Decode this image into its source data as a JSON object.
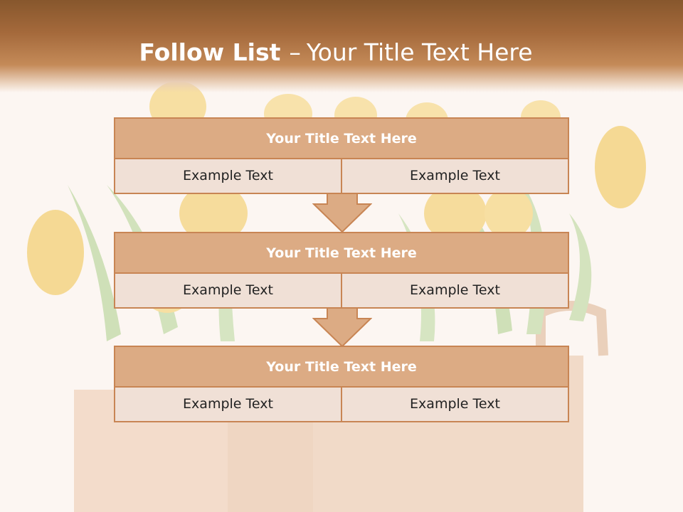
{
  "slide": {
    "title_bold": "Follow List",
    "title_dash": "–",
    "title_rest": "Your Title Text Here"
  },
  "blocks": [
    {
      "title": "Your Title Text Here",
      "cells": [
        "Example Text",
        "Example Text"
      ]
    },
    {
      "title": "Your Title Text Here",
      "cells": [
        "Example Text",
        "Example Text"
      ]
    },
    {
      "title": "Your Title Text Here",
      "cells": [
        "Example Text",
        "Example Text"
      ]
    }
  ],
  "colors": {
    "header_brown": "#a4693b",
    "block_title_fill": "#dcab84",
    "block_row_fill": "#f0e0d6",
    "block_border": "#c88554",
    "arrow_fill": "#dcab84"
  },
  "background_image": "faded yellow tulips in a paper bag"
}
